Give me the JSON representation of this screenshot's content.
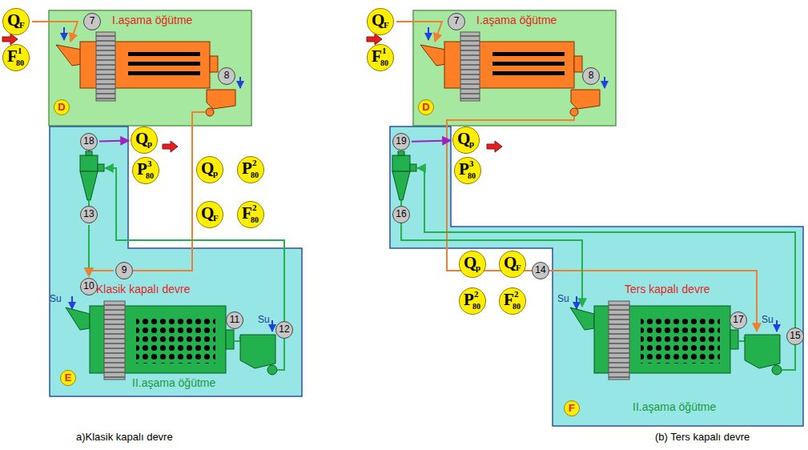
{
  "diagram": {
    "nodes": [
      {
        "text": [
          "I.aşama öğütme"
        ]
      },
      {
        "text": [
          "D"
        ],
        "in": 0
      },
      {
        "text": [
          "7"
        ],
        "in": 0
      },
      {
        "text": [
          "8"
        ],
        "in": 0
      },
      {
        "text": [
          "Q",
          "F"
        ]
      },
      {
        "text": [
          "F",
          "1",
          "80"
        ]
      },
      {
        "text": [
          "Klasik kapalı devre",
          "II.aşama öğütme"
        ]
      },
      {
        "text": [
          "E"
        ],
        "in": 6
      },
      {
        "text": [
          "18"
        ],
        "in": 6
      },
      {
        "text": [
          "Q",
          "p"
        ]
      },
      {
        "text": [
          "P",
          "3",
          "80"
        ]
      },
      {
        "text": [
          "13"
        ],
        "in": 6
      },
      {
        "text": [
          "Q",
          "p"
        ]
      },
      {
        "text": [
          "P",
          "2",
          "80"
        ]
      },
      {
        "text": [
          "Q",
          "F"
        ]
      },
      {
        "text": [
          "F",
          "2",
          "80"
        ]
      },
      {
        "text": [
          "9"
        ],
        "in": 6
      },
      {
        "text": [
          "10"
        ],
        "in": 6
      },
      {
        "text": [
          "11"
        ],
        "in": 6
      },
      {
        "text": [
          "12"
        ],
        "in": 6
      },
      {
        "text": [
          "I.aşama öğütme"
        ]
      },
      {
        "text": [
          "D"
        ],
        "in": 20
      },
      {
        "text": [
          "7"
        ],
        "in": 20
      },
      {
        "text": [
          "8"
        ],
        "in": 20
      },
      {
        "text": [
          "Q",
          "F"
        ]
      },
      {
        "text": [
          "F",
          "1",
          "80"
        ]
      },
      {
        "text": [
          "Ters kapalı devre",
          "II.aşama öğütme"
        ]
      },
      {
        "text": [
          "F"
        ],
        "in": 26
      },
      {
        "text": [
          "19"
        ],
        "in": 26
      },
      {
        "text": [
          "Q",
          "p"
        ]
      },
      {
        "text": [
          "P",
          "3",
          "80"
        ]
      },
      {
        "text": [
          "16"
        ],
        "in": 26
      },
      {
        "text": [
          "Q",
          "p"
        ]
      },
      {
        "text": [
          "Q",
          "F"
        ]
      },
      {
        "text": [
          "P",
          "2",
          "80"
        ]
      },
      {
        "text": [
          "F",
          "2",
          "80"
        ]
      },
      {
        "text": [
          "14"
        ]
      },
      {
        "text": [
          "17"
        ],
        "in": 26
      },
      {
        "text": [
          "15"
        ],
        "in": 26
      }
    ],
    "edges": [
      {
        "from": 8,
        "to": 9,
        "arrow": "to"
      },
      {
        "from": 11,
        "to": 17,
        "arrow": "to"
      },
      {
        "from": 16,
        "to": 17,
        "arrow": "to"
      },
      {
        "from": 28,
        "to": 29,
        "arrow": "to"
      }
    ],
    "labels": [
      "Su",
      "Su",
      "Su",
      "Su",
      "a)Klasik kapalı devre",
      "(b) Ters kapalı devre"
    ]
  }
}
